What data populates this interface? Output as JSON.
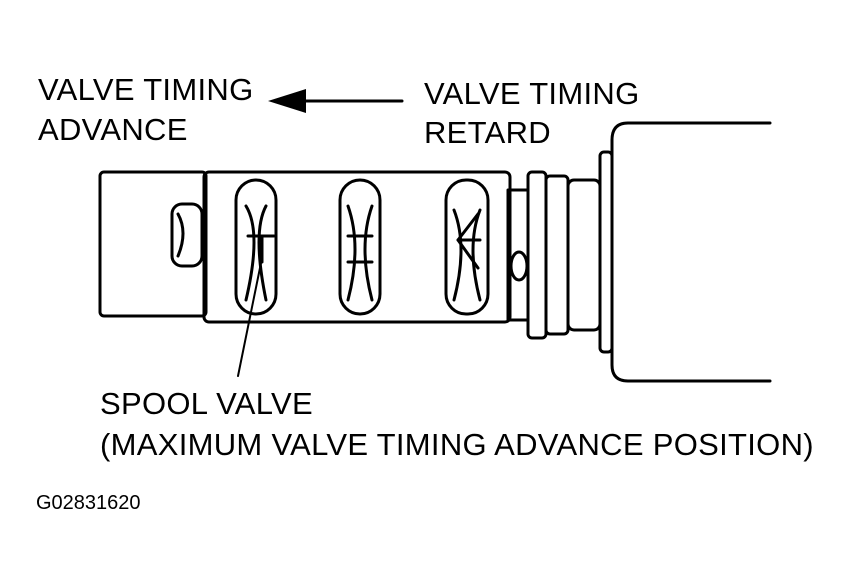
{
  "labels": {
    "advance_line1": "VALVE TIMING",
    "advance_line2": "ADVANCE",
    "retard_line1": "VALVE TIMING",
    "retard_line2": "RETARD",
    "spool_line1": "SPOOL VALVE",
    "spool_line2": "(MAXIMUM VALVE TIMING ADVANCE POSITION)"
  },
  "figure_id": "G02831620",
  "arrow_direction": "left",
  "colors": {
    "ink": "#000000",
    "paper": "#ffffff"
  }
}
